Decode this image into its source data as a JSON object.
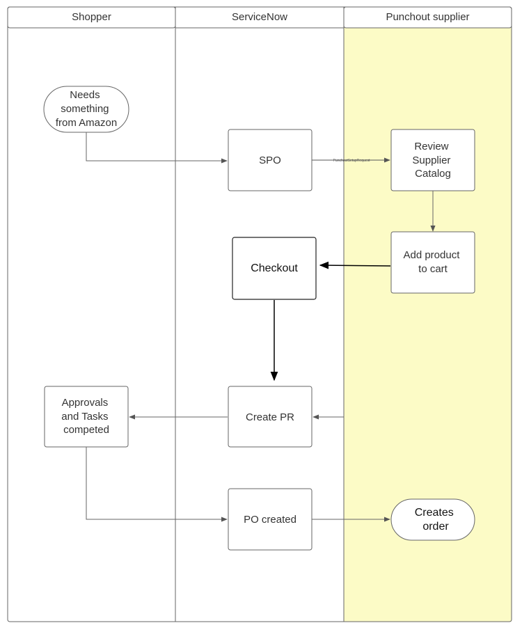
{
  "lanes": [
    {
      "title": "Shopper"
    },
    {
      "title": "ServiceNow"
    },
    {
      "title": "Punchout supplier",
      "fill": "#fcfbc6"
    }
  ],
  "nodes": {
    "needs": {
      "lines": [
        "Needs",
        "something",
        "from Amazon"
      ]
    },
    "spo": {
      "lines": [
        "SPO"
      ]
    },
    "review": {
      "lines": [
        "Review",
        "Supplier",
        "Catalog"
      ]
    },
    "checkout": {
      "lines": [
        "Checkout"
      ]
    },
    "add_product": {
      "lines": [
        "Add product",
        "to cart"
      ]
    },
    "approvals": {
      "lines": [
        "Approvals",
        "and Tasks",
        "competed"
      ]
    },
    "create_pr": {
      "lines": [
        "Create PR"
      ]
    },
    "po_created": {
      "lines": [
        "PO created"
      ]
    },
    "creates_order": {
      "lines": [
        "Creates",
        "order"
      ]
    }
  },
  "edges": {
    "spo_to_review": {
      "label": "PunchoutSetupRequest"
    }
  },
  "colors": {
    "line": "#666666",
    "dark_line": "#111111",
    "supplier_lane": "#fcfbc6"
  }
}
